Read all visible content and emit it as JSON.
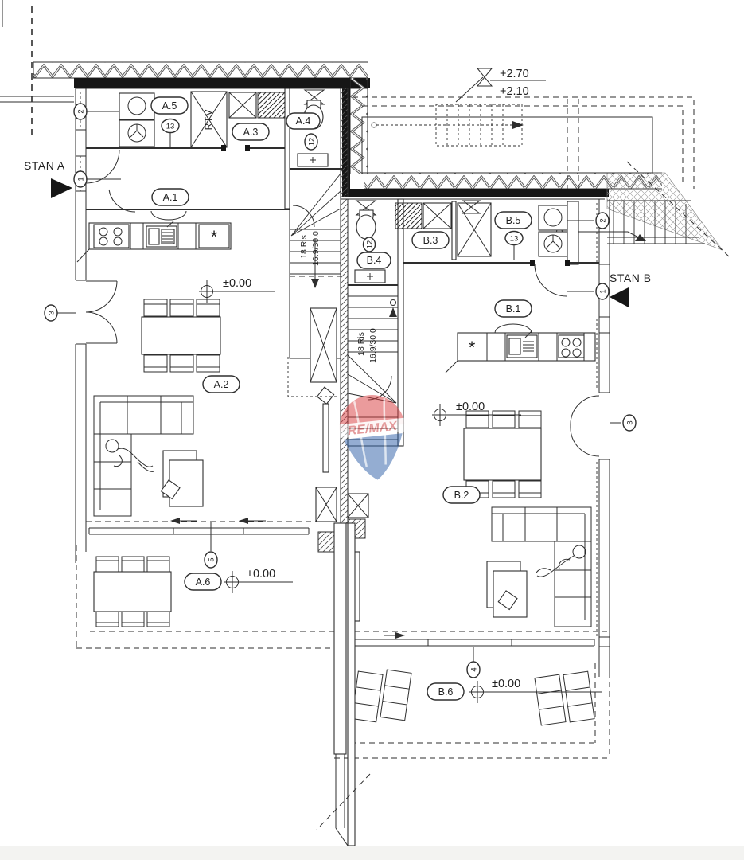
{
  "plan": {
    "stan_a": "STAN A",
    "stan_b": "STAN B",
    "rooms": {
      "a1": "A.1",
      "a2": "A.2",
      "a3": "A.3",
      "a4": "A.4",
      "a5": "A.5",
      "a6": "A.6",
      "b1": "B.1",
      "b2": "B.2",
      "b3": "B.3",
      "b4": "B.4",
      "b5": "B.5",
      "b6": "B.6"
    },
    "elevations": {
      "upper": "+2.70",
      "landing": "+2.10",
      "zero": "±0.00"
    },
    "stairs": {
      "risers": "18 Ris",
      "dim": "16.9/30.0"
    },
    "markers": {
      "m1": "1",
      "m2": "2",
      "m3": "3",
      "m4": "4",
      "m5": "5",
      "m12": "12",
      "m13": "13"
    },
    "furniture": {
      "tv_cabinet": "RTV",
      "fridge_symbol": "*"
    },
    "watermark": {
      "brand": "RE/MAX",
      "red": "#d8393c",
      "blue": "#2b5ea7"
    }
  }
}
